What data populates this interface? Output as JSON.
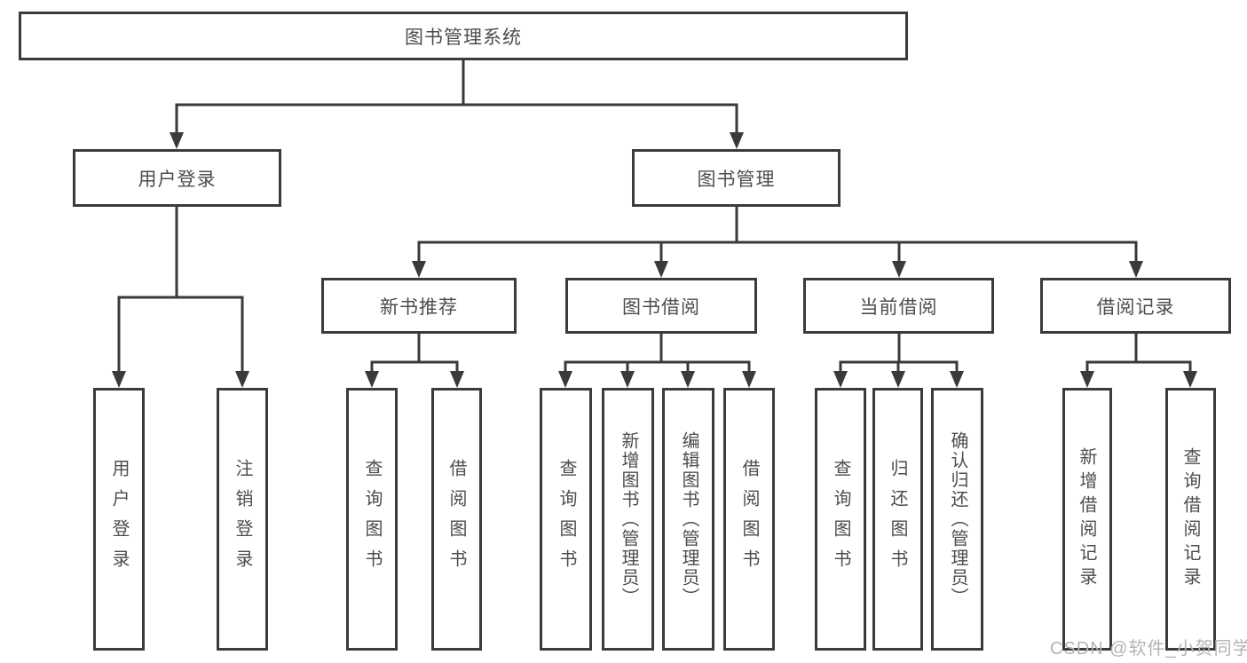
{
  "diagram": {
    "root": {
      "label": "图书管理系统"
    },
    "user_login": {
      "label": "用户登录",
      "children": [
        {
          "label": "用户登录"
        },
        {
          "label": "注销登录"
        }
      ]
    },
    "book_management": {
      "label": "图书管理",
      "sections": [
        {
          "label": "新书推荐",
          "children": [
            {
              "label": "查询图书"
            },
            {
              "label": "借阅图书"
            }
          ]
        },
        {
          "label": "图书借阅",
          "children": [
            {
              "label": "查询图书"
            },
            {
              "label": "新增图书（管理员）"
            },
            {
              "label": "编辑图书（管理员）"
            },
            {
              "label": "借阅图书"
            }
          ]
        },
        {
          "label": "当前借阅",
          "children": [
            {
              "label": "查询图书"
            },
            {
              "label": "归还图书"
            },
            {
              "label": "确认归还（管理员）"
            }
          ]
        },
        {
          "label": "借阅记录",
          "children": [
            {
              "label": "新增借阅记录"
            },
            {
              "label": "查询借阅记录"
            }
          ]
        }
      ]
    }
  },
  "watermark": {
    "text": "CSDN @软件_小贺同学"
  },
  "colors": {
    "line": "#3a3a3a",
    "box_border": "#3b3b3b",
    "text": "#4d4d4d",
    "watermark": "#b4b4b4",
    "background": "#ffffff"
  }
}
